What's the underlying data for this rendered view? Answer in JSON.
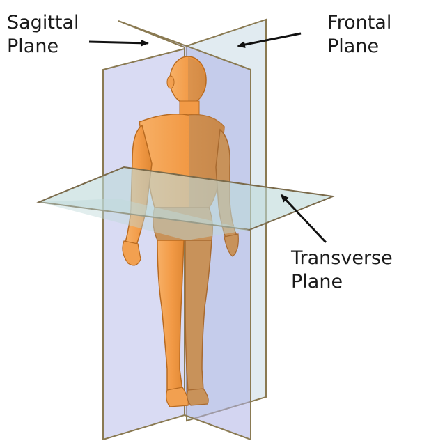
{
  "labels": {
    "sagittal": {
      "line1": "Sagittal",
      "line2": "Plane"
    },
    "frontal": {
      "line1": "Frontal",
      "line2": "Plane"
    },
    "transverse": {
      "line1": "Transverse",
      "line2": "Plane"
    }
  },
  "colors": {
    "sagittal_plane": "#b8bde8",
    "frontal_plane": "#d4e4ec",
    "transverse_plane": "#c6dcdc",
    "plane_edge": "#8a7a52",
    "skin_light": "#f4a04c",
    "skin_shadow": "#c68a4c",
    "skin_outline": "#b86a20",
    "arrow": "#111111"
  }
}
